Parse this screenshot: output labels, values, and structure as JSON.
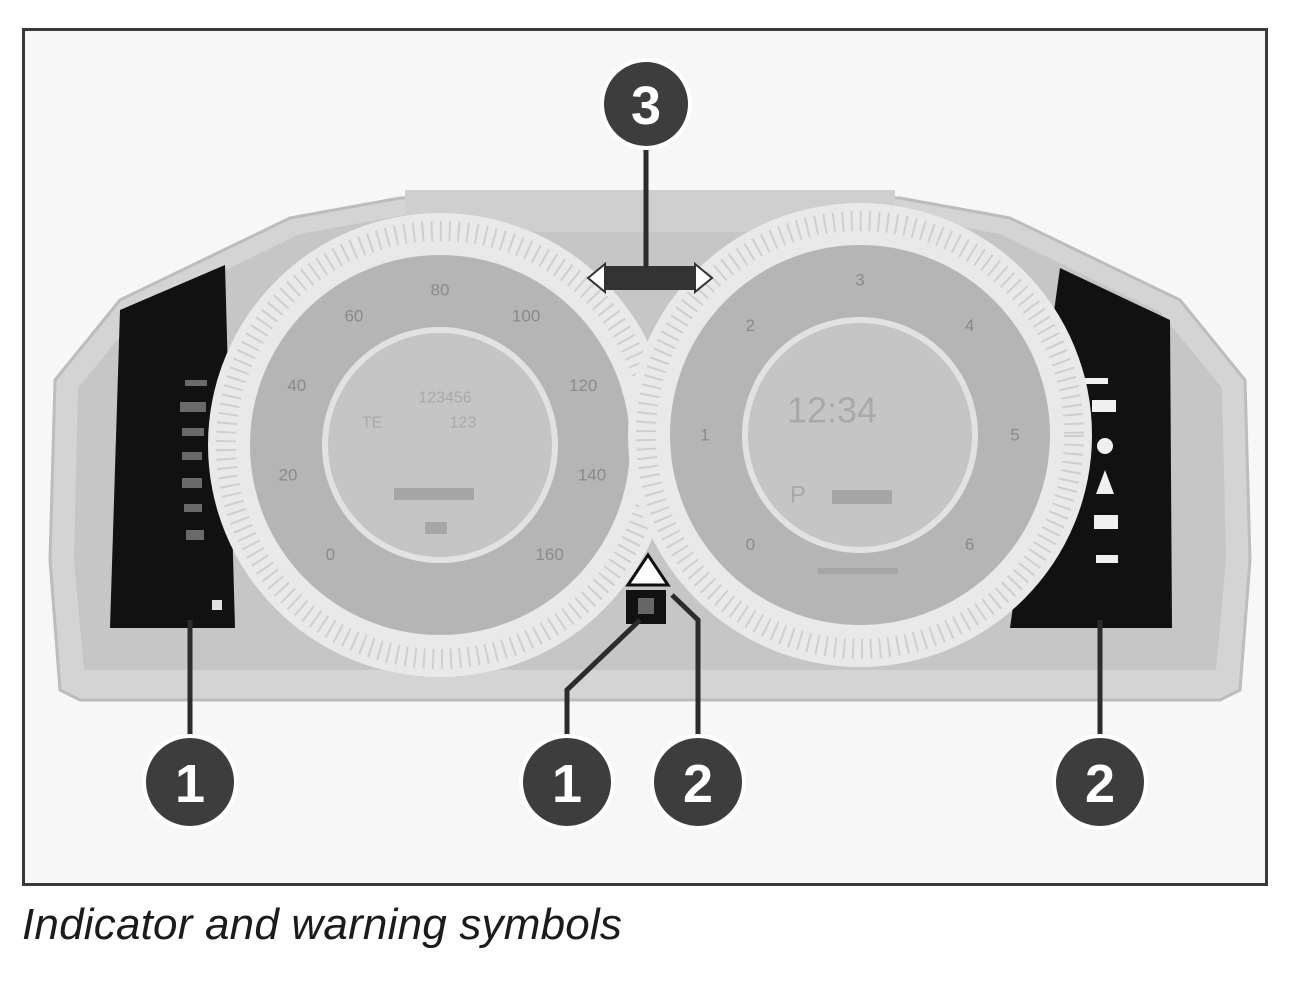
{
  "caption": "Indicator and warning symbols",
  "callouts": {
    "top_center": "3",
    "bottom_left": "1",
    "bottom_center_left": "1",
    "bottom_center_right": "2",
    "bottom_right": "2"
  },
  "speedometer": {
    "scale_labels": [
      "0",
      "20",
      "40",
      "60",
      "80",
      "100",
      "120",
      "140",
      "160"
    ],
    "display_odometer": "123456",
    "display_trip": "123",
    "display_left": "TE"
  },
  "tachometer": {
    "scale_labels": [
      "0",
      "1",
      "2",
      "3",
      "4",
      "5",
      "6"
    ],
    "display_time": "12:34",
    "display_gear": "P"
  },
  "colors": {
    "callout_fill": "#3d3d3d",
    "cluster_frame": "#c9c9c9",
    "gauge_face": "#b3b3b3",
    "indicator_panel": "#111111"
  },
  "icons": {
    "left_panel": [
      "indicator-lights-left-icon"
    ],
    "right_panel": [
      "warning-lights-right-icon"
    ],
    "center": [
      "turn-signal-icon",
      "warning-triangle-icon",
      "info-lock-icon"
    ]
  }
}
